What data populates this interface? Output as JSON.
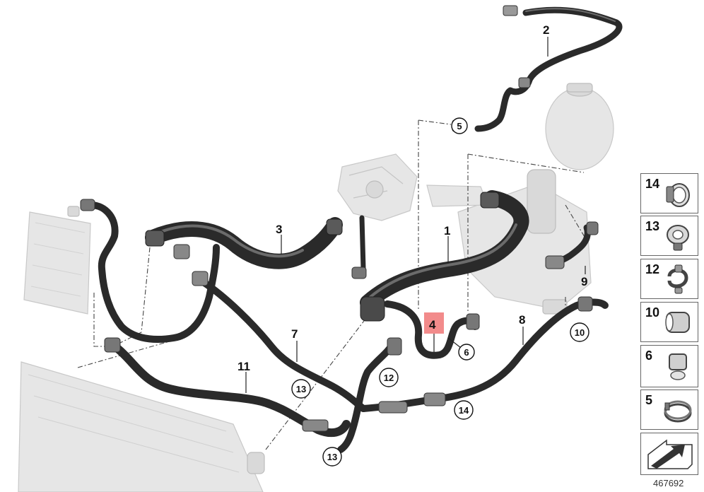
{
  "diagram": {
    "part_labels": [
      {
        "id": "p1",
        "text": "1"
      },
      {
        "id": "p2",
        "text": "2"
      },
      {
        "id": "p3",
        "text": "3"
      },
      {
        "id": "p4",
        "text": "4",
        "highlight": true,
        "highlight_color": "#f28b8b"
      },
      {
        "id": "p7",
        "text": "7"
      },
      {
        "id": "p8",
        "text": "8"
      },
      {
        "id": "p9",
        "text": "9"
      },
      {
        "id": "p11",
        "text": "11"
      }
    ],
    "callouts": [
      {
        "id": "c5",
        "text": "5"
      },
      {
        "id": "c6",
        "text": "6"
      },
      {
        "id": "c10",
        "text": "10"
      },
      {
        "id": "c12",
        "text": "12"
      },
      {
        "id": "c13a",
        "text": "13"
      },
      {
        "id": "c13b",
        "text": "13"
      },
      {
        "id": "c14",
        "text": "14"
      }
    ],
    "colors": {
      "hose": "#2a2a2a",
      "ghost_part": "#e6e6e6",
      "highlight": "#f28b8b"
    }
  },
  "legend": {
    "items": [
      {
        "number": "14",
        "icon": "band-clamp-icon"
      },
      {
        "number": "13",
        "icon": "quick-coupling-icon"
      },
      {
        "number": "12",
        "icon": "spring-clip-icon"
      },
      {
        "number": "10",
        "icon": "sleeve-clamp-icon"
      },
      {
        "number": "6",
        "icon": "hose-clip-icon"
      },
      {
        "number": "5",
        "icon": "hose-clamp-icon"
      },
      {
        "number": "",
        "icon": "direction-arrow-icon"
      }
    ]
  },
  "drawing_number": "467692"
}
